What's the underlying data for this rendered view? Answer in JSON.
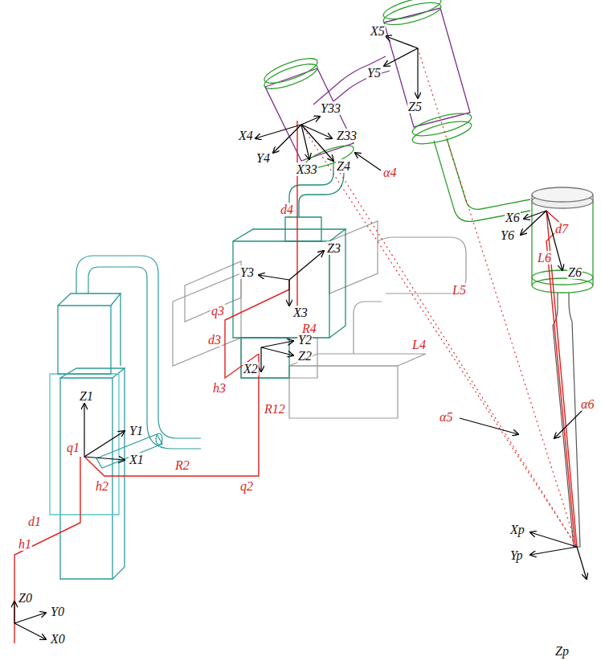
{
  "diagram": {
    "labels": [
      "X0",
      "Y0",
      "Z0",
      "h1",
      "d1",
      "q1",
      "Z1",
      "Y1",
      "X1",
      "h2",
      "R2",
      "q2",
      "R12",
      "X2",
      "Y2",
      "Z2",
      "h3",
      "d3",
      "q3",
      "Y3",
      "Z3",
      "X3",
      "R4",
      "d4",
      "X4",
      "Y4",
      "X33",
      "Y33",
      "Z33",
      "Z4",
      "α4",
      "X5",
      "Y5",
      "Z5",
      "L4",
      "L5",
      "α5",
      "X6",
      "Y6",
      "Z6",
      "d7",
      "L6",
      "α6",
      "Xp",
      "Yp",
      "Zp"
    ]
  }
}
